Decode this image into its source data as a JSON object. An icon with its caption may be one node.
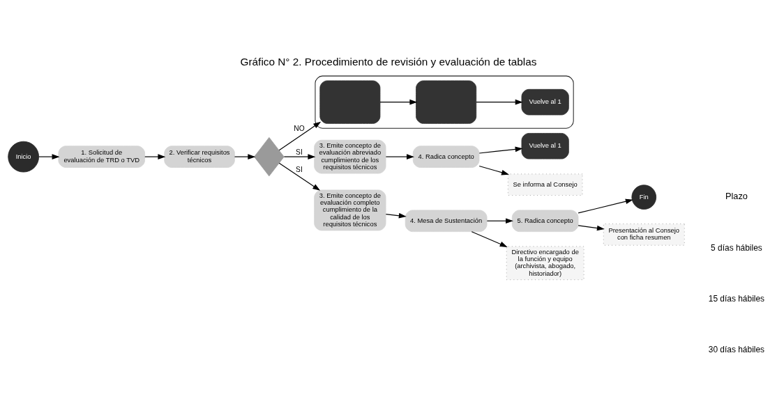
{
  "diagram": {
    "title": "Gráfico N° 2. Procedimiento de revisión y evaluación de tablas",
    "nodes": [
      {
        "text": [
          "Inicio"
        ]
      },
      {
        "text": [
          "1. Solicitud de evaluación de TRD o TVD"
        ]
      },
      {
        "text": [
          "2. Verificar requisitos técnicos"
        ]
      },
      {
        "text": [],
        "shape": "diamond"
      },
      {
        "text": [],
        "shape": "box"
      },
      {
        "text": [],
        "shape": "box",
        "in": 4
      },
      {
        "text": [],
        "shape": "box",
        "in": 4
      },
      {
        "text": [
          "Vuelve al 1"
        ],
        "in": 4
      },
      {
        "text": [
          "3. Emite concepto de evaluación abreviado cumplimiento de los requisitos técnicos"
        ]
      },
      {
        "text": [
          "4. Radica concepto"
        ]
      },
      {
        "text": [
          "Vuelve al 1"
        ]
      },
      {
        "text": [
          "Se informa al Consejo"
        ]
      },
      {
        "text": [
          "3. Emite concepto de evaluación completo cumplimiento de la calidad de los requisitos técnicos"
        ]
      },
      {
        "text": [
          "4. Mesa de Sustentación"
        ]
      },
      {
        "text": [
          "5. Radica concepto"
        ]
      },
      {
        "text": [
          "Fin"
        ]
      },
      {
        "text": [
          "Directivo encargado de la función y equipo (archivista, abogado, historiador)"
        ]
      },
      {
        "text": [
          "Presentación al Consejo con ficha resumen"
        ]
      }
    ],
    "edges": [
      {
        "from": 0,
        "to": 1,
        "arrow": "to"
      },
      {
        "from": 1,
        "to": 2,
        "arrow": "to"
      },
      {
        "from": 2,
        "to": 3,
        "arrow": "to"
      },
      {
        "from": 3,
        "to": 5,
        "arrow": "to",
        "label": "NO"
      },
      {
        "from": 5,
        "to": 6,
        "arrow": "to"
      },
      {
        "from": 6,
        "to": 7,
        "arrow": "to"
      },
      {
        "from": 3,
        "to": 8,
        "arrow": "to",
        "label": "SI"
      },
      {
        "from": 8,
        "to": 9,
        "arrow": "to"
      },
      {
        "from": 9,
        "to": 10,
        "arrow": "to"
      },
      {
        "from": 9,
        "to": 11,
        "arrow": "to"
      },
      {
        "from": 3,
        "to": 12,
        "arrow": "to",
        "label": "SI"
      },
      {
        "from": 12,
        "to": 13,
        "arrow": "to"
      },
      {
        "from": 13,
        "to": 14,
        "arrow": "to"
      },
      {
        "from": 14,
        "to": 15,
        "arrow": "to"
      },
      {
        "from": 13,
        "to": 16,
        "arrow": "to"
      },
      {
        "from": 14,
        "to": 17,
        "arrow": "to"
      }
    ],
    "labels": [
      "Plazo",
      "5 días hábiles",
      "15 días hábiles",
      "30 días hábiles"
    ]
  }
}
